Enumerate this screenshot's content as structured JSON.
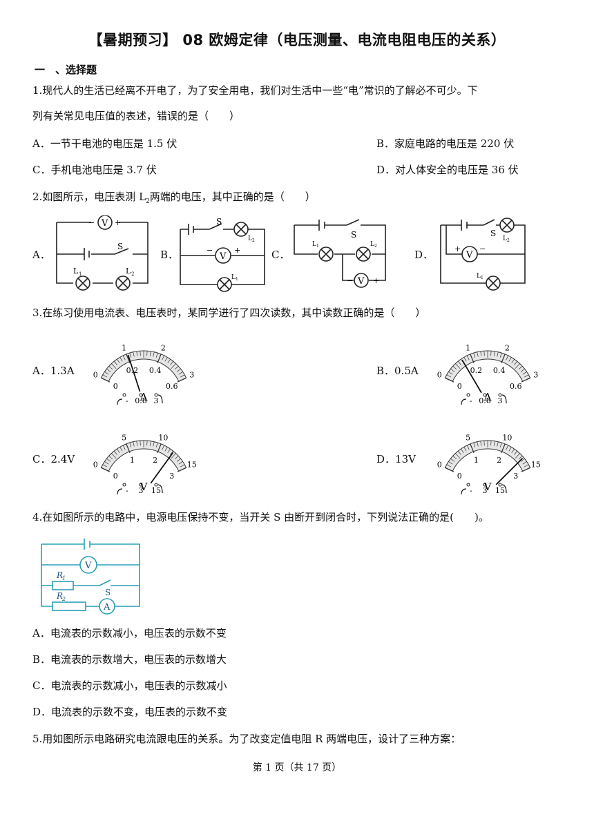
{
  "title": "【暑期预习】 08 欧姆定律（电压测量、电流电阻电压的关系）",
  "section": "一　、选择题",
  "q1": {
    "line1": "1.现代人的生活已经离不开电了，为了安全用电，我们对生活中一些“电”常识的了解必不可少。下",
    "line2": "列有关常见电压值的表述，错误的是（　　）",
    "A": "A．一节干电池的电压是 1.5 伏",
    "B": "B．家庭电路的电压是 220 伏",
    "C": "C．手机电池电压是 3.7 伏",
    "D": "D．对人体安全的电压是 36 伏"
  },
  "q2": {
    "pre": "2.如图所示，电压表测 L",
    "sub": "2",
    "post": "两端的电压，其中正确的是（　　）",
    "labels": [
      "A．",
      "B．",
      "C．",
      "D．"
    ],
    "meter_v": "V",
    "switch": "S",
    "lamp1": "L",
    "lamp1_sub": "1",
    "lamp2": "L",
    "lamp2_sub": "2"
  },
  "q3": {
    "stem": "3.在练习使用电流表、电压表时，某同学进行了四次读数，其中读数正确的是（　　）",
    "A": "A．1.3A",
    "B": "B．0.5A",
    "C": "C．2.4V",
    "D": "D．13V",
    "ammeter": {
      "unit": "A",
      "top_ticks": [
        "0",
        "1",
        "2",
        "3"
      ],
      "bottom_ticks": [
        "0",
        "0.2",
        "0.4",
        "0.6"
      ],
      "terminals": [
        "-",
        "0.6",
        "3"
      ]
    },
    "voltmeter": {
      "unit": "V",
      "top_ticks": [
        "0",
        "5",
        "10",
        "15"
      ],
      "bottom_ticks": [
        "0",
        "1",
        "2",
        "3"
      ],
      "terminals": [
        "-",
        "3",
        "15"
      ]
    }
  },
  "q4": {
    "stem": "4.在如图所示的电路中，电源电压保持不变，当开关 S 由断开到闭合时，下列说法正确的是(　　)。",
    "r1": "R",
    "r1_sub": "1",
    "r2": "R",
    "r2_sub": "2",
    "switch": "S",
    "meter_v": "V",
    "meter_a": "A",
    "A": "A．电流表的示数减小，电压表的示数不变",
    "B": "B．电流表的示数增大，电压表的示数增大",
    "C": "C．电流表的示数减小，电压表的示数减小",
    "D": "D．电流表的示数不变，电压表的示数不变"
  },
  "q5": {
    "stem": "5.用如图所示电路研究电流跟电压的关系。为了改变定值电阻 R 两端电压，设计了三种方案："
  },
  "footer": "第 1 页（共 17 页）",
  "colors": {
    "text": "#111111",
    "q4_circuit": "#2a9fb5"
  }
}
